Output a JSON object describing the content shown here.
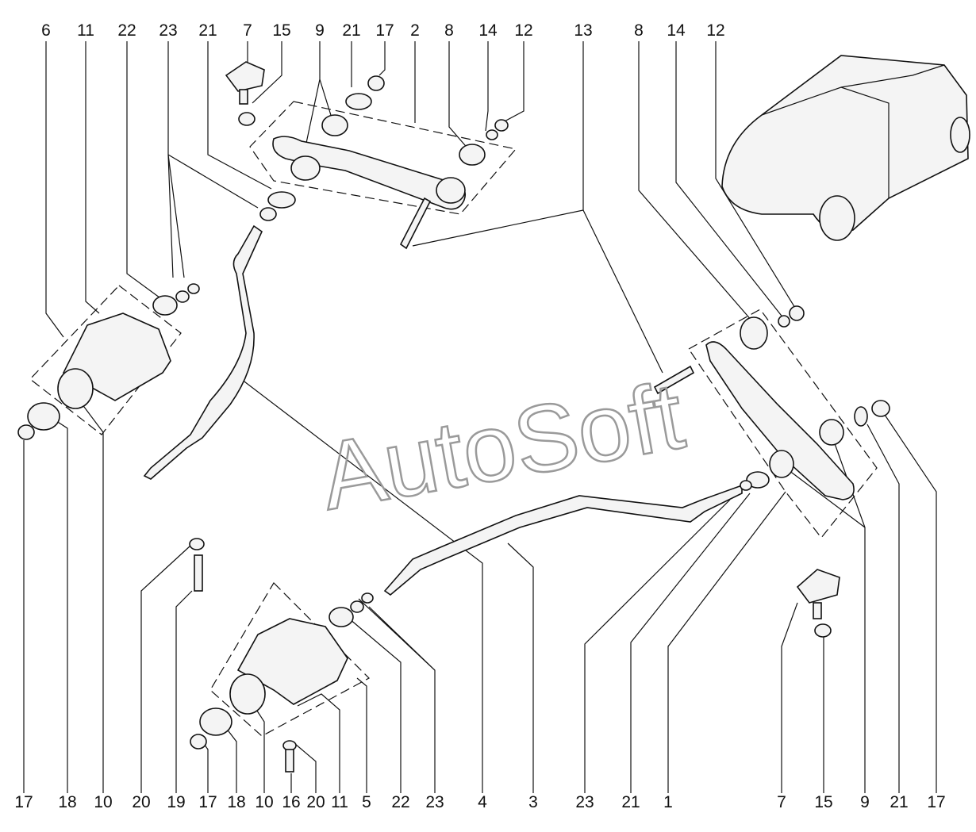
{
  "watermark": "AutoSoft",
  "labels_top": [
    "6",
    "11",
    "22",
    "23",
    "21",
    "7",
    "15",
    "9",
    "21",
    "17",
    "2",
    "8",
    "14",
    "12",
    "13",
    "8",
    "14",
    "12"
  ],
  "labels_bottom": [
    "17",
    "18",
    "10",
    "20",
    "19",
    "17",
    "18",
    "10",
    "16",
    "20",
    "11",
    "5",
    "22",
    "23",
    "4",
    "3",
    "23",
    "21",
    "1",
    "7",
    "15",
    "9",
    "21",
    "17"
  ]
}
